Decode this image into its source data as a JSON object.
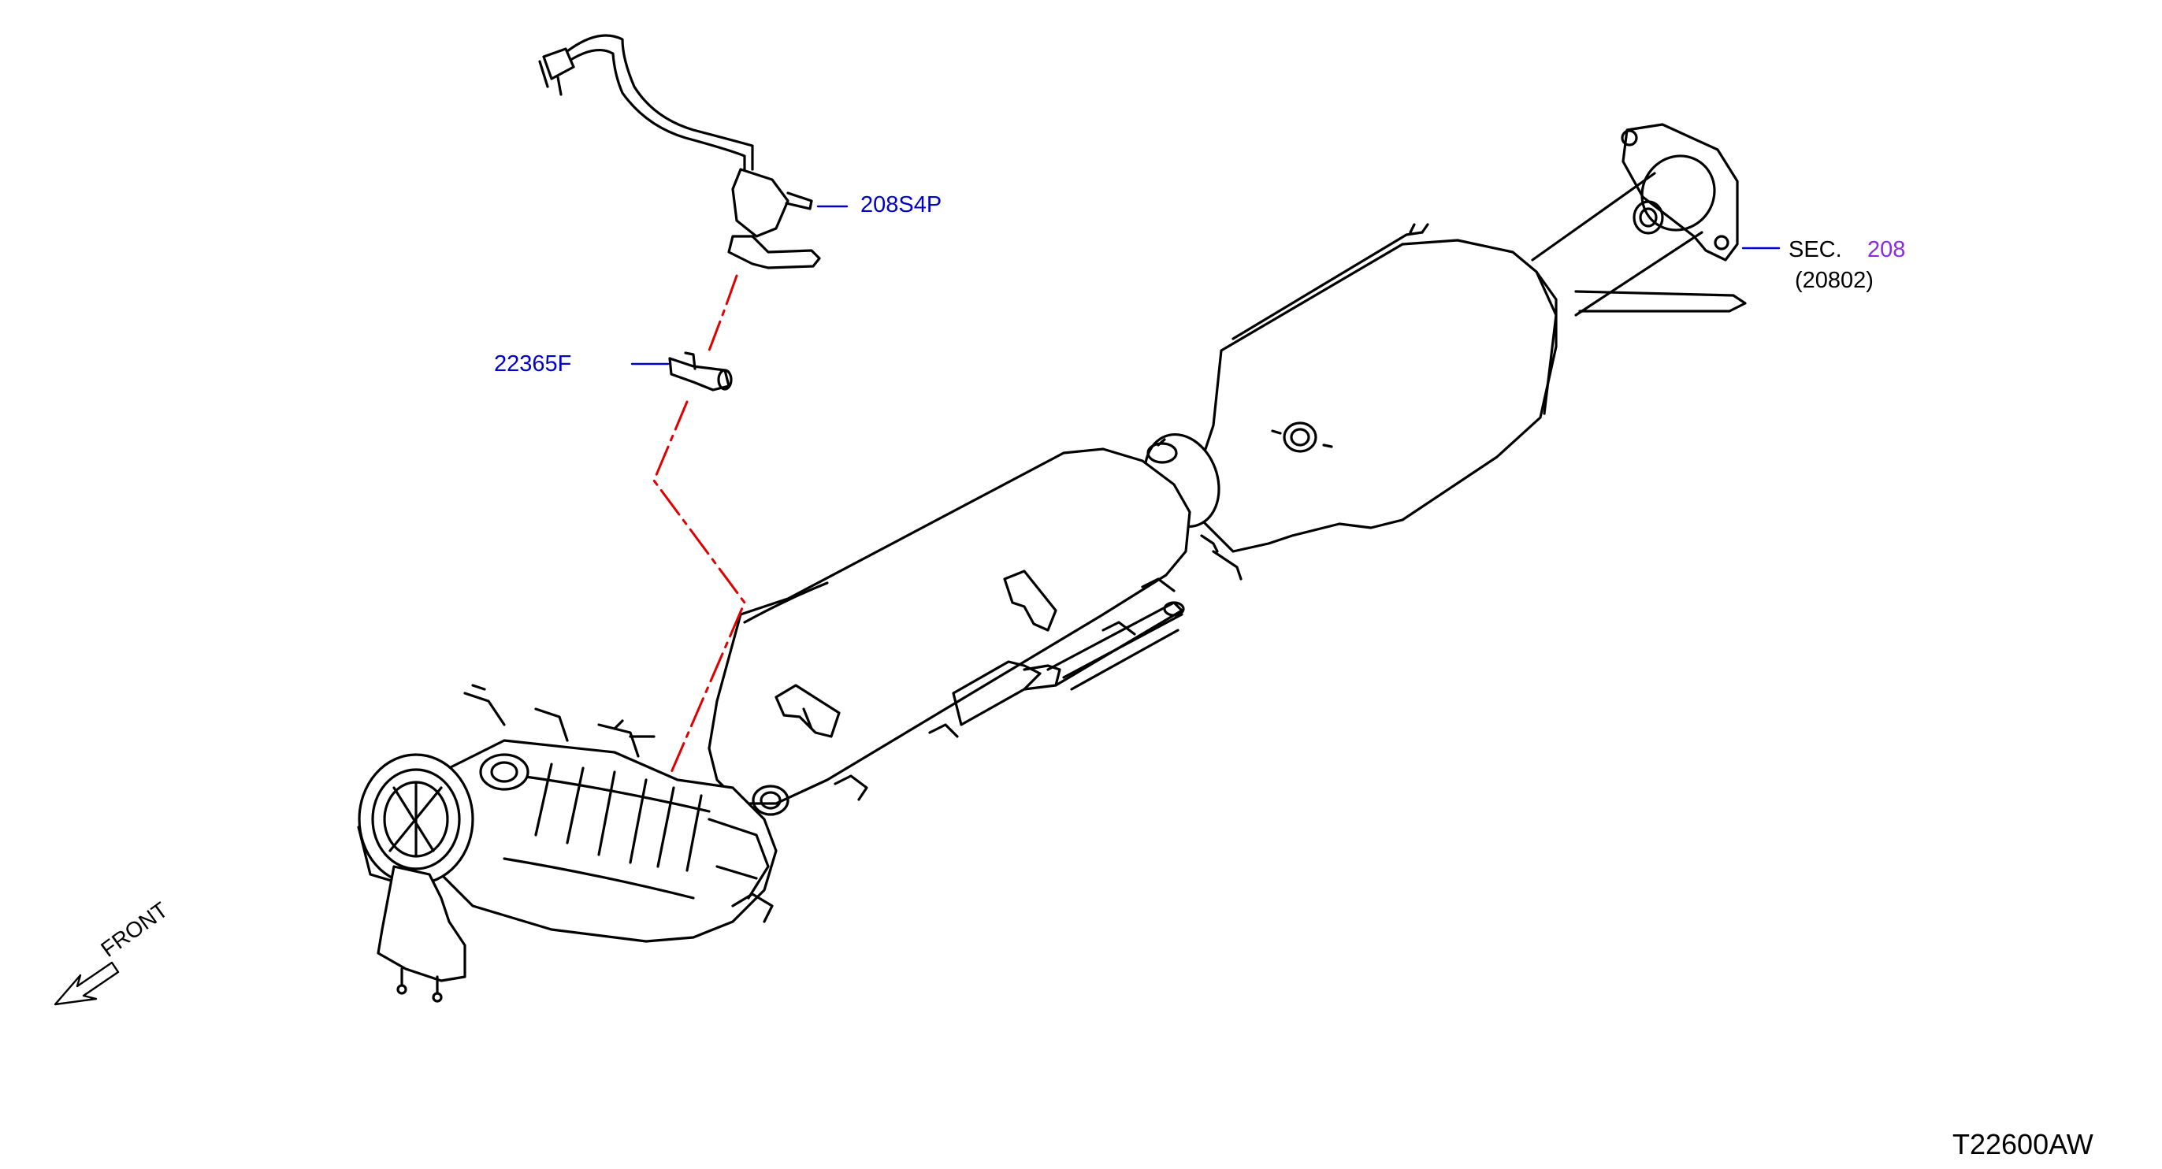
{
  "diagram": {
    "colors": {
      "line": "#000000",
      "callout_part": "#0000cc",
      "callout_section": "#8a2be2",
      "dashed_leader": "#e00000"
    },
    "callouts": {
      "part_208s4p": "208S4P",
      "part_22365f": "22365F",
      "sec_prefix": "SEC.",
      "sec_number": "208",
      "sec_sub": "(20802)"
    },
    "orientation": {
      "label": "FRONT",
      "icon": "front-arrow-icon"
    },
    "drawing_id": "T22600AW"
  }
}
